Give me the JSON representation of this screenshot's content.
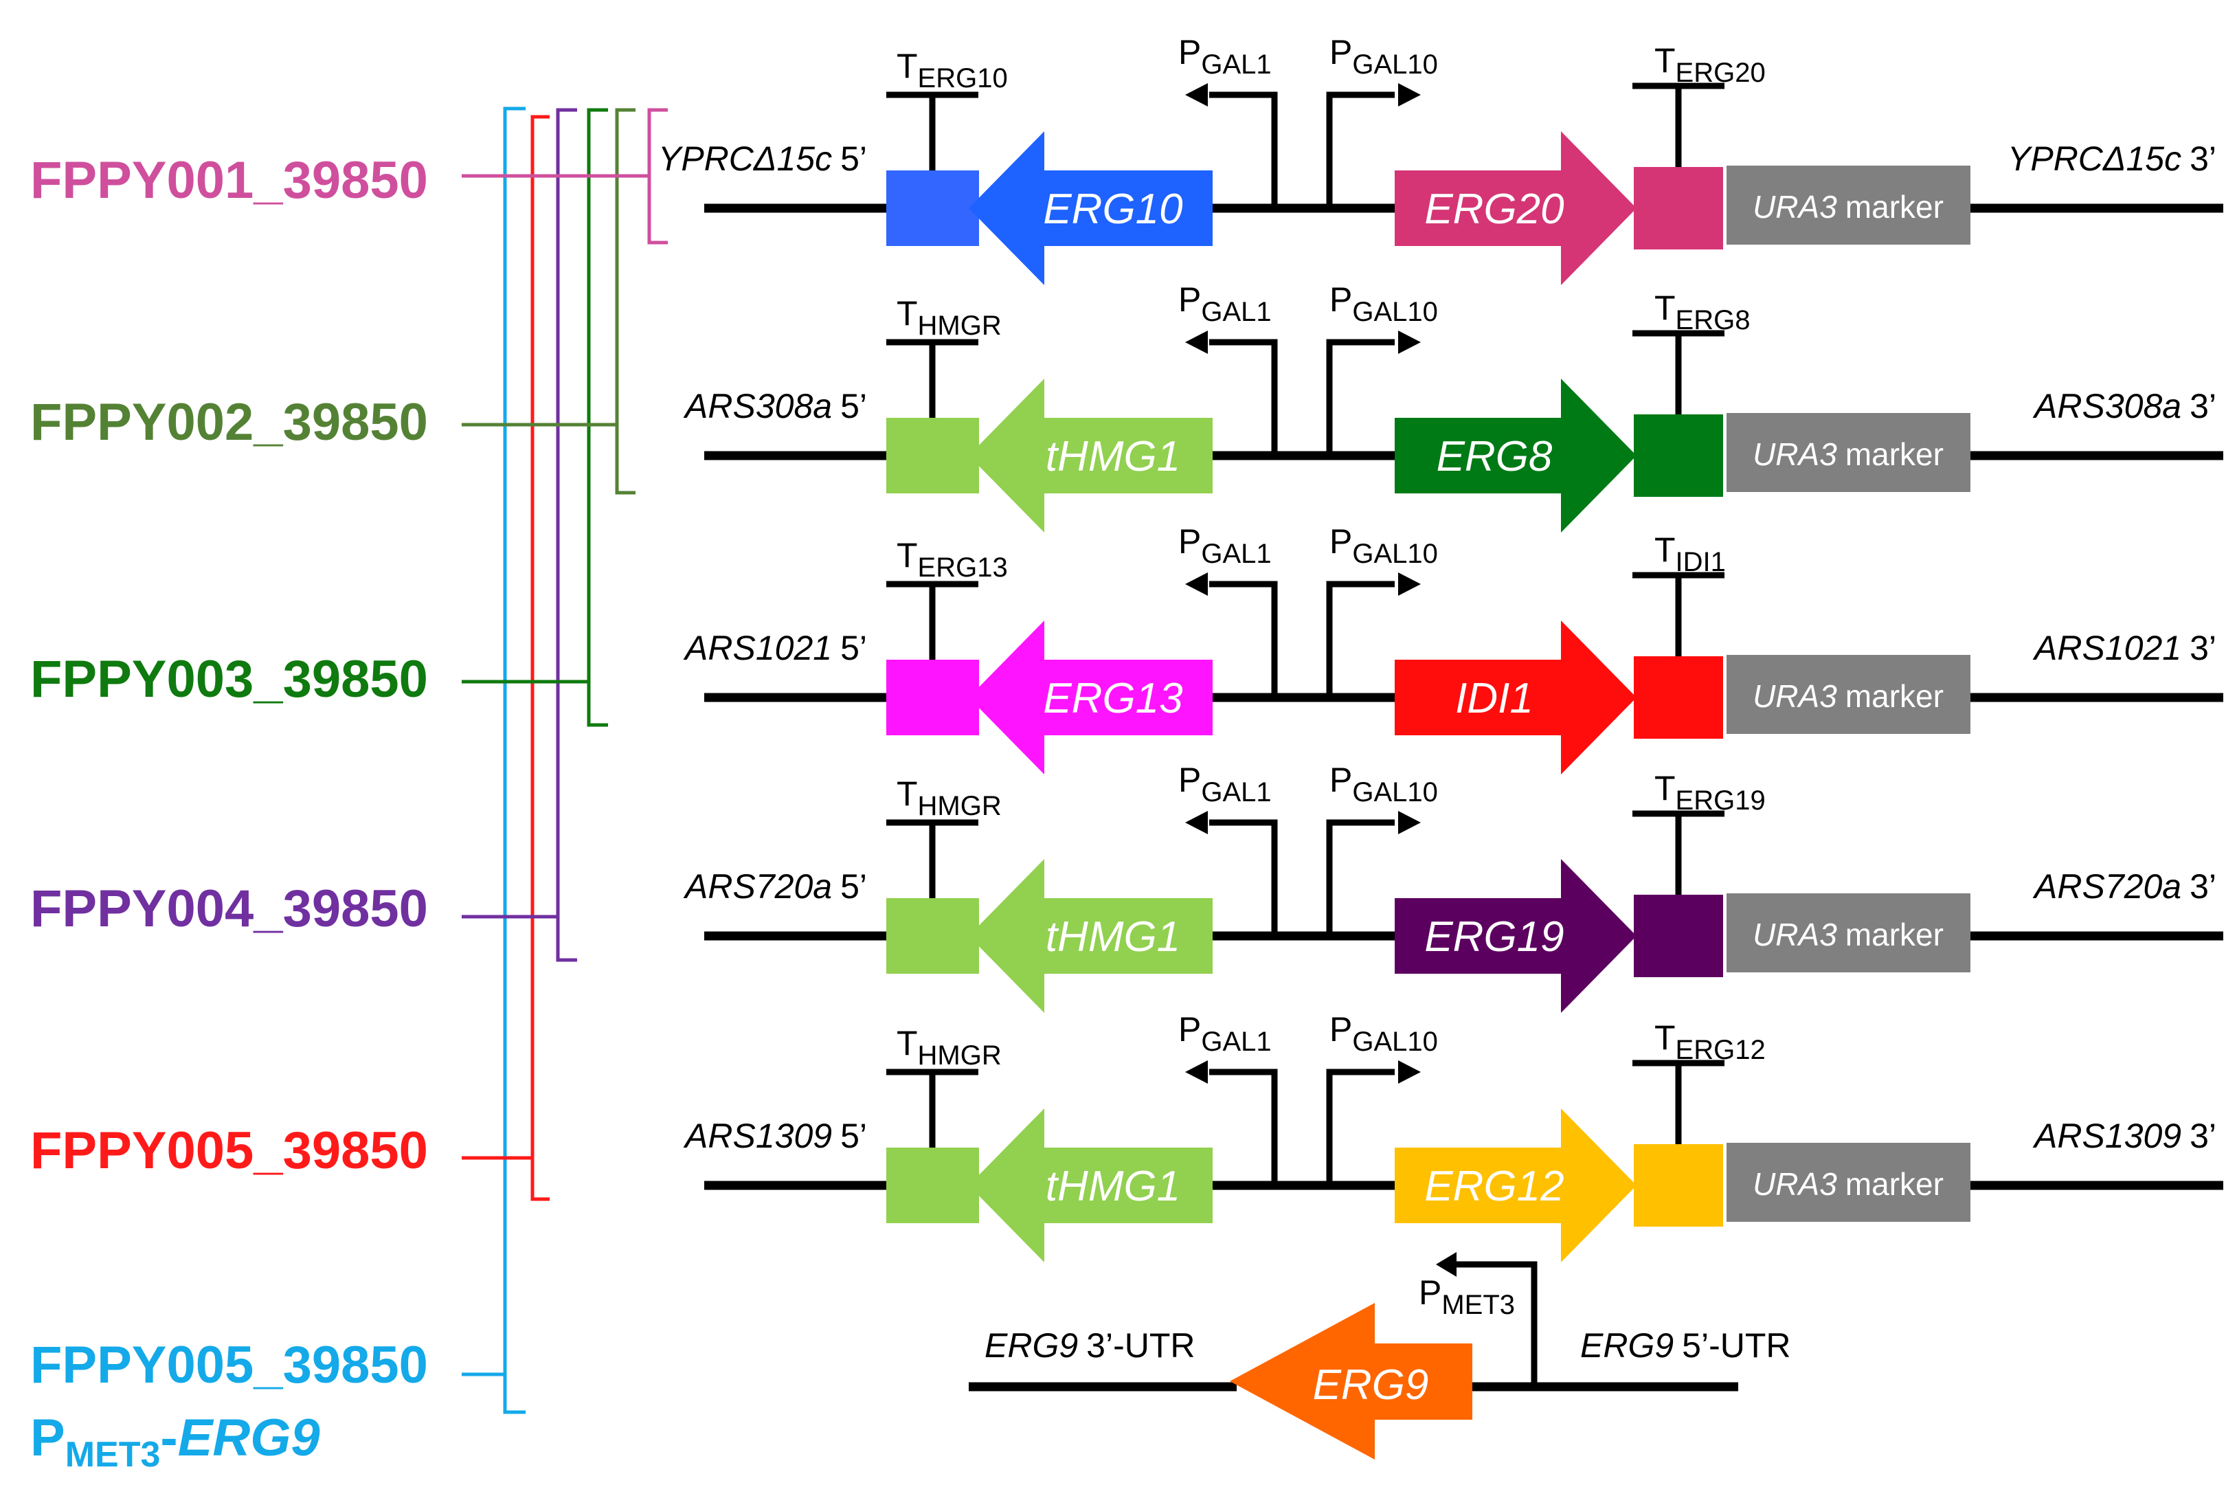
{
  "strains": [
    {
      "label": "FPPY001_39850",
      "color": "#cf4f9d"
    },
    {
      "label": "FPPY002_39850",
      "color": "#548235"
    },
    {
      "label": "FPPY003_39850",
      "color": "#0f7a0f"
    },
    {
      "label": "FPPY004_39850",
      "color": "#7030a0"
    },
    {
      "label": "FPPY005_39850",
      "color": "#ff1a1a"
    },
    {
      "label": "FPPY005_39850",
      "color": "#14a9e8",
      "label2_main": "P",
      "label2_sub": "MET3",
      "label2_sep": "-",
      "label2_gene": "ERG9"
    }
  ],
  "constructs": [
    {
      "left_site": "YPRCΔ15c",
      "left_end": "5’",
      "right_site": "YPRCΔ15c",
      "right_end": "3’",
      "term_left": {
        "main": "T",
        "sub": "ERG10"
      },
      "gene_left": {
        "name": "ERG10",
        "color": "#1e62ff"
      },
      "term_left_box_color": "#3366ff",
      "prom_left": {
        "main": "P",
        "sub": "GAL1"
      },
      "prom_right": {
        "main": "P",
        "sub": "GAL10"
      },
      "gene_right": {
        "name": "ERG20",
        "color": "#d53574"
      },
      "term_right": {
        "main": "T",
        "sub": "ERG20"
      },
      "term_right_box_color": "#d53574",
      "marker_gene": "URA3",
      "marker_word": "marker"
    },
    {
      "left_site": "ARS308a",
      "left_end": "5’",
      "right_site": "ARS308a",
      "right_end": "3’",
      "term_left": {
        "main": "T",
        "sub": "HMGR"
      },
      "gene_left": {
        "name": "tHMG1",
        "color": "#92d050"
      },
      "term_left_box_color": "#92d050",
      "prom_left": {
        "main": "P",
        "sub": "GAL1"
      },
      "prom_right": {
        "main": "P",
        "sub": "GAL10"
      },
      "gene_right": {
        "name": "ERG8",
        "color": "#007a15"
      },
      "term_right": {
        "main": "T",
        "sub": "ERG8"
      },
      "term_right_box_color": "#007a15",
      "marker_gene": "URA3",
      "marker_word": "marker"
    },
    {
      "left_site": "ARS1021",
      "left_end": "5’",
      "right_site": "ARS1021",
      "right_end": "3’",
      "term_left": {
        "main": "T",
        "sub": "ERG13"
      },
      "gene_left": {
        "name": "ERG13",
        "color": "#ff14ff"
      },
      "term_left_box_color": "#ff14ff",
      "prom_left": {
        "main": "P",
        "sub": "GAL1"
      },
      "prom_right": {
        "main": "P",
        "sub": "GAL10"
      },
      "gene_right": {
        "name": "IDI1",
        "color": "#ff0d0d"
      },
      "term_right": {
        "main": "T",
        "sub": "IDI1"
      },
      "term_right_box_color": "#ff0d0d",
      "marker_gene": "URA3",
      "marker_word": "marker"
    },
    {
      "left_site": "ARS720a",
      "left_end": "5’",
      "right_site": "ARS720a",
      "right_end": "3’",
      "term_left": {
        "main": "T",
        "sub": "HMGR"
      },
      "gene_left": {
        "name": "tHMG1",
        "color": "#92d050"
      },
      "term_left_box_color": "#92d050",
      "prom_left": {
        "main": "P",
        "sub": "GAL1"
      },
      "prom_right": {
        "main": "P",
        "sub": "GAL10"
      },
      "gene_right": {
        "name": "ERG19",
        "color": "#5c0060"
      },
      "term_right": {
        "main": "T",
        "sub": "ERG19"
      },
      "term_right_box_color": "#5c0060",
      "marker_gene": "URA3",
      "marker_word": "marker"
    },
    {
      "left_site": "ARS1309",
      "left_end": "5’",
      "right_site": "ARS1309",
      "right_end": "3’",
      "term_left": {
        "main": "T",
        "sub": "HMGR"
      },
      "gene_left": {
        "name": "tHMG1",
        "color": "#92d050"
      },
      "term_left_box_color": "#92d050",
      "prom_left": {
        "main": "P",
        "sub": "GAL1"
      },
      "prom_right": {
        "main": "P",
        "sub": "GAL10"
      },
      "gene_right": {
        "name": "ERG12",
        "color": "#ffc000"
      },
      "term_right": {
        "main": "T",
        "sub": "ERG12"
      },
      "term_right_box_color": "#ffc000",
      "marker_gene": "URA3",
      "marker_word": "marker"
    }
  ],
  "erg9": {
    "left_gene": "ERG9",
    "left_text": "3’-UTR",
    "right_gene": "ERG9",
    "right_text": "5’-UTR",
    "gene": {
      "name": "ERG9",
      "color": "#ff6600"
    },
    "promoter": {
      "main": "P",
      "sub": "MET3"
    }
  },
  "colors": {
    "backbone": "#000000",
    "marker_box": "#808080"
  }
}
